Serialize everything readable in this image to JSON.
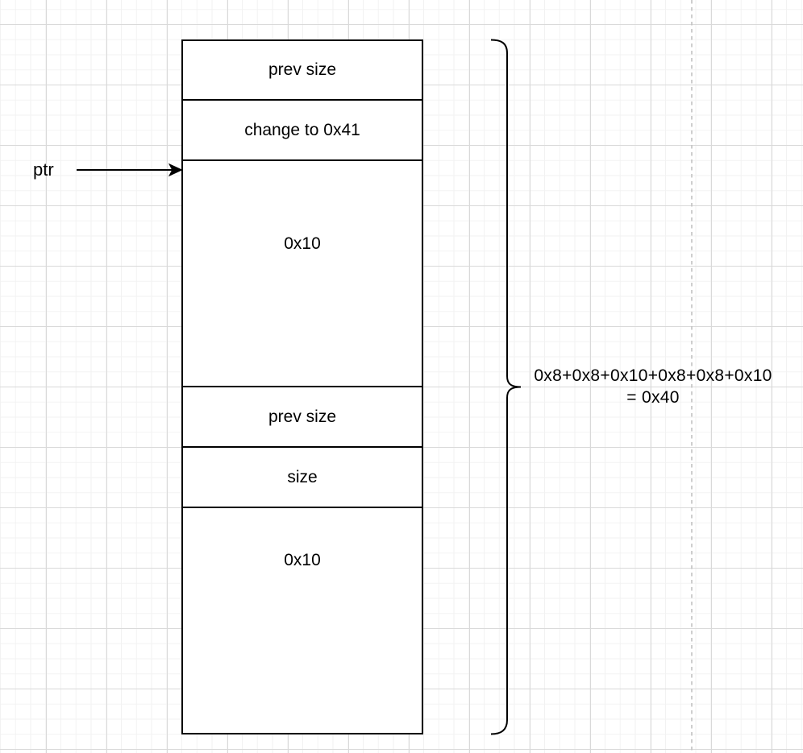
{
  "stack": {
    "rows": [
      {
        "label": "prev size"
      },
      {
        "label": "change to 0x41"
      },
      {
        "label": "0x10"
      },
      {
        "label": "prev size"
      },
      {
        "label": "size"
      },
      {
        "label": "0x10"
      }
    ]
  },
  "pointer": {
    "label": "ptr"
  },
  "annotation": {
    "line1": "0x8+0x8+0x10+0x8+0x8+0x10",
    "line2": "= 0x40"
  },
  "colors": {
    "stroke": "#000000",
    "background": "#ffffff",
    "grid_minor": "#f2f2f2",
    "grid_major": "#d9d9d9",
    "dashed_guide": "#c2c2c2"
  }
}
